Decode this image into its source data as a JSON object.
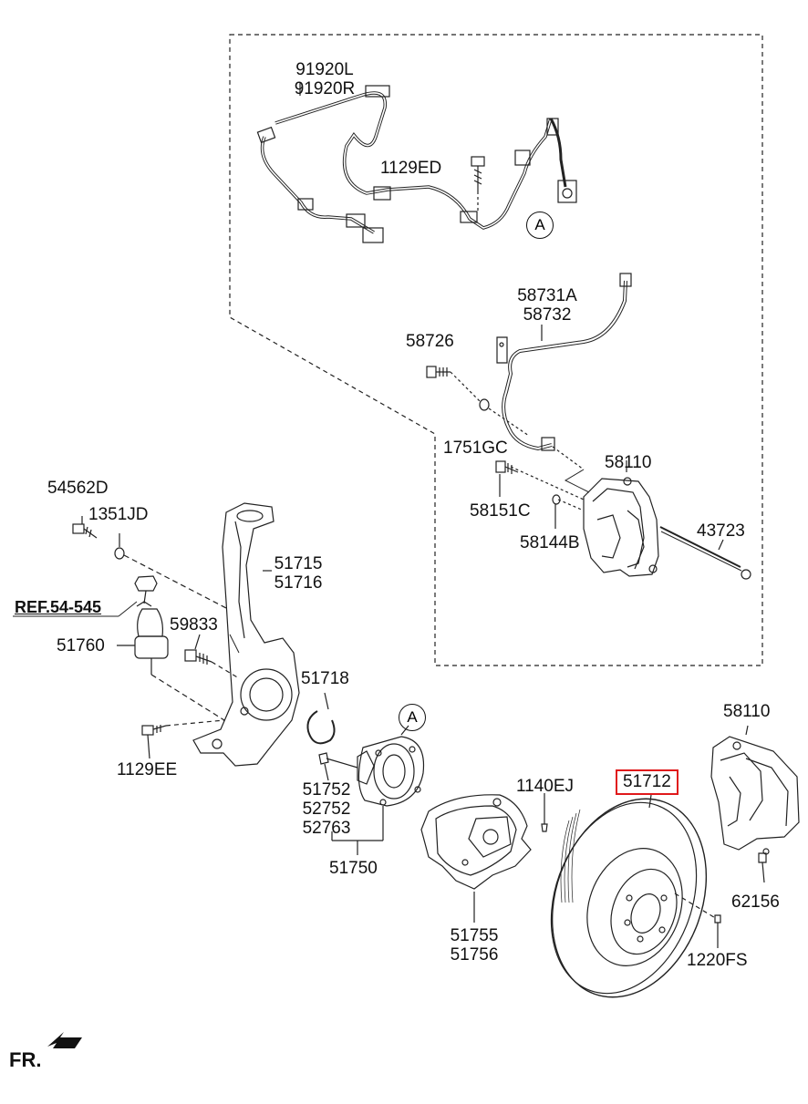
{
  "labels": {
    "p91920": [
      "91920L",
      "91920R"
    ],
    "p1129ED": "1129ED",
    "callout_a": "A",
    "p58731": [
      "58731A",
      "58732"
    ],
    "p58726": "58726",
    "p1751GC": "1751GC",
    "p58110_top": "58110",
    "p58151C": "58151C",
    "p58144B": "58144B",
    "p43723": "43723",
    "p54562D": "54562D",
    "p1351JD": "1351JD",
    "p51715": [
      "51715",
      "51716"
    ],
    "ref": "REF.54-545",
    "p59833": "59833",
    "p51760": "51760",
    "p51718": "51718",
    "p1129EE": "1129EE",
    "p58110_bot": "58110",
    "p51752": [
      "51752",
      "52752",
      "52763"
    ],
    "p51750": "51750",
    "p1140EJ": "1140EJ",
    "p51712": "51712",
    "p62156": "62156",
    "p51755": [
      "51755",
      "51756"
    ],
    "p1220FS": "1220FS",
    "fr": "FR."
  },
  "highlight_color": "#e0191b"
}
